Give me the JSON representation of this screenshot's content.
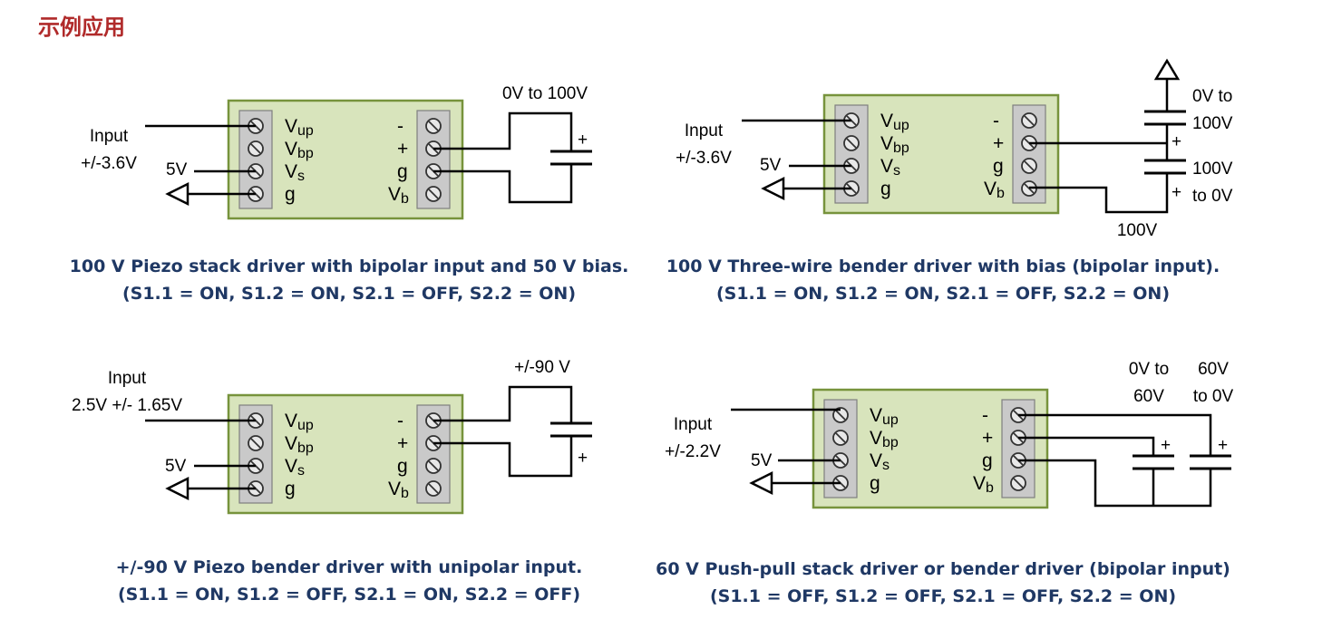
{
  "heading": "示例应用",
  "diagrams": [
    {
      "left_pins": [
        "Vup",
        "Vbp",
        "Vs",
        "g"
      ],
      "right_pins": [
        "-",
        "+",
        "g",
        "Vb"
      ],
      "input_label": [
        "Input",
        "+/-3.6V"
      ],
      "supply_label": "5V",
      "output_labels": [
        "0V to 100V"
      ],
      "caption": [
        "100 V Piezo stack driver with bipolar input and 50 V bias.",
        "(S1.1 = ON, S1.2 = ON, S2.1 = OFF, S2.2 = ON)"
      ]
    },
    {
      "left_pins": [
        "Vup",
        "Vbp",
        "Vs",
        "g"
      ],
      "right_pins": [
        "-",
        "+",
        "g",
        "Vb"
      ],
      "input_label": [
        "Input",
        "+/-3.6V"
      ],
      "supply_label": "5V",
      "output_labels": [
        "0V to",
        "100V",
        "100V",
        "to 0V",
        "100V"
      ],
      "caption": [
        "100 V Three-wire bender driver with bias (bipolar input).",
        "(S1.1 = ON, S1.2 = ON, S2.1 = OFF, S2.2 = ON)"
      ]
    },
    {
      "left_pins": [
        "Vup",
        "Vbp",
        "Vs",
        "g"
      ],
      "right_pins": [
        "-",
        "+",
        "g",
        "Vb"
      ],
      "input_label": [
        "Input",
        "2.5V +/- 1.65V"
      ],
      "supply_label": "5V",
      "output_labels": [
        "+/-90 V"
      ],
      "caption": [
        "+/-90 V Piezo bender driver with unipolar input.",
        "(S1.1 = ON, S1.2 = OFF, S2.1 = ON, S2.2 = OFF)"
      ]
    },
    {
      "left_pins": [
        "Vup",
        "Vbp",
        "Vs",
        "g"
      ],
      "right_pins": [
        "-",
        "+",
        "g",
        "Vb"
      ],
      "input_label": [
        "Input",
        "+/-2.2V"
      ],
      "supply_label": "5V",
      "output_labels": [
        "0V to",
        "60V",
        "60V",
        "to 0V"
      ],
      "caption": [
        "60 V Push-pull stack driver or bender driver (bipolar input)",
        "(S1.1 = OFF, S1.2 = OFF, S2.1 = OFF, S2.2 = ON)"
      ]
    }
  ],
  "colors": {
    "heading": "#b02a2a",
    "caption": "#1f3864",
    "board_fill": "#d8e4bc",
    "board_border": "#77933c",
    "terminal": "#c9c9c9"
  },
  "icons": [
    "screw-terminal-icon",
    "ground-arrow-icon",
    "capacitor-icon",
    "supply-arrow-icon"
  ]
}
